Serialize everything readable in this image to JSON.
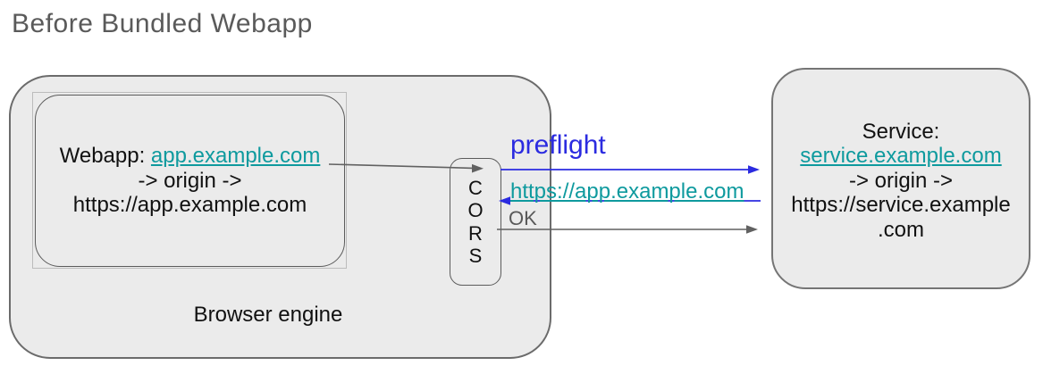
{
  "title": "Before Bundled Webapp",
  "colors": {
    "box_fill": "#ebebeb",
    "outer_border": "#6b6b6b",
    "inner_border": "#5b5b5b",
    "selection_border": "#bcbcbc",
    "link_teal": "#0e9a9e",
    "arrow_blue": "#2b2be0",
    "arrow_gray": "#616161",
    "muted_text": "#595959",
    "body_text": "#111111"
  },
  "browser": {
    "label": "Browser engine",
    "webapp": {
      "label_prefix": "Webapp: ",
      "link": "app.example.com",
      "origin_arrow": "-> origin ->",
      "origin_url": "https://app.example.com"
    },
    "cors": {
      "letters": [
        "C",
        "O",
        "R",
        "S"
      ]
    }
  },
  "service": {
    "label": "Service:",
    "link": "service.example.com",
    "origin_arrow": "-> origin ->",
    "origin_url_line1": "https://service.example",
    "origin_url_line2": ".com"
  },
  "messages": {
    "preflight": {
      "label": "preflight"
    },
    "response": {
      "label": "https://app.example.com"
    },
    "ok": {
      "label": "OK"
    }
  }
}
